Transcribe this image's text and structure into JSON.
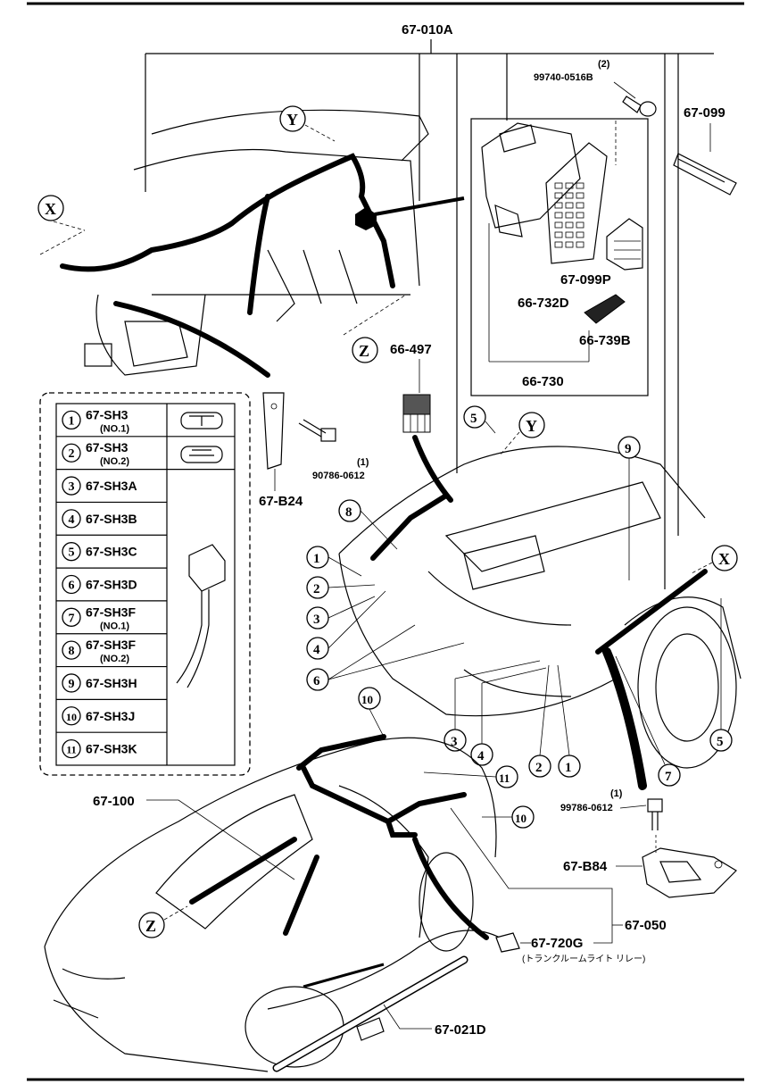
{
  "callouts": {
    "harness_main": "67-010A",
    "screw_qty": "(2)",
    "screw_part": "99740-0516B",
    "part_67_099": "67-099",
    "part_67_099P": "67-099P",
    "part_66_732D": "66-732D",
    "part_66_739B": "66-739B",
    "part_66_730": "66-730",
    "part_66_497": "66-497",
    "bolt1_qty": "(1)",
    "bolt1_part": "90786-0612",
    "bracket1": "67-B24",
    "bolt2_qty": "(1)",
    "bolt2_part": "99786-0612",
    "bracket2": "67-B84",
    "part_67_100": "67-100",
    "part_67_720G": "67-720G",
    "part_67_720G_note": "(トランクルームライト リレー)",
    "part_67_050": "67-050",
    "part_67_021D": "67-021D"
  },
  "view_markers": {
    "X": "X",
    "Y": "Y",
    "Z": "Z"
  },
  "legend": [
    {
      "num": "1",
      "part": "67-SH3",
      "sub": "(NO.1)"
    },
    {
      "num": "2",
      "part": "67-SH3",
      "sub": "(NO.2)"
    },
    {
      "num": "3",
      "part": "67-SH3A",
      "sub": ""
    },
    {
      "num": "4",
      "part": "67-SH3B",
      "sub": ""
    },
    {
      "num": "5",
      "part": "67-SH3C",
      "sub": ""
    },
    {
      "num": "6",
      "part": "67-SH3D",
      "sub": ""
    },
    {
      "num": "7",
      "part": "67-SH3F",
      "sub": "(NO.1)"
    },
    {
      "num": "8",
      "part": "67-SH3F",
      "sub": "(NO.2)"
    },
    {
      "num": "9",
      "part": "67-SH3H",
      "sub": ""
    },
    {
      "num": "10",
      "part": "67-SH3J",
      "sub": ""
    },
    {
      "num": "11",
      "part": "67-SH3K",
      "sub": ""
    }
  ],
  "refs": {
    "r1": "1",
    "r2": "2",
    "r3": "3",
    "r4": "4",
    "r5": "5",
    "r6": "6",
    "r7": "7",
    "r8": "8",
    "r9": "9",
    "r10": "10",
    "r11": "11"
  }
}
